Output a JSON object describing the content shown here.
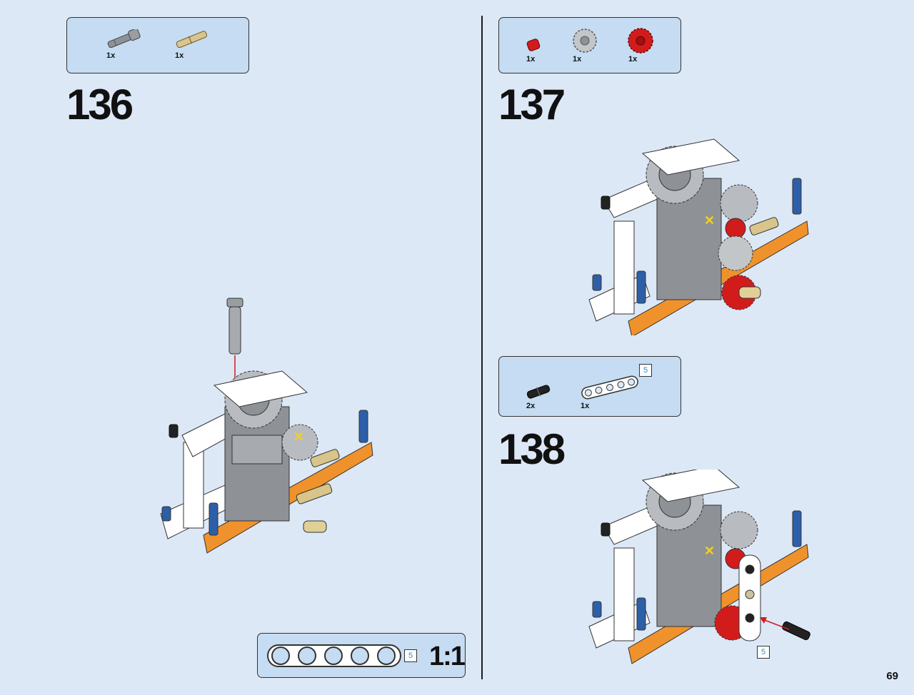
{
  "page": {
    "background": "#dce8f6",
    "page_number": "69"
  },
  "steps": [
    {
      "number": "136",
      "parts": [
        {
          "icon": "pin-with-bush-grey-icon",
          "qty": "1x"
        },
        {
          "icon": "axle-pin-tan-icon",
          "qty": "1x"
        }
      ]
    },
    {
      "number": "137",
      "parts": [
        {
          "icon": "bush-red-icon",
          "qty": "1x"
        },
        {
          "icon": "gear-small-grey-icon",
          "qty": "1x"
        },
        {
          "icon": "gear-medium-red-icon",
          "qty": "1x"
        }
      ]
    },
    {
      "number": "138",
      "parts": [
        {
          "icon": "pin-black-icon",
          "qty": "2x"
        },
        {
          "icon": "beam-5-white-icon",
          "qty": "1x",
          "length": "5"
        }
      ],
      "callout_length": "5"
    }
  ],
  "scale_box": {
    "length": "5",
    "label": "1:1"
  },
  "colors": {
    "orange": "#f0922b",
    "blue": "#2d5fa8",
    "red": "#d21c1c",
    "grey": "#8e9296",
    "tan": "#d9c58a",
    "box": "#c5dcf2"
  }
}
